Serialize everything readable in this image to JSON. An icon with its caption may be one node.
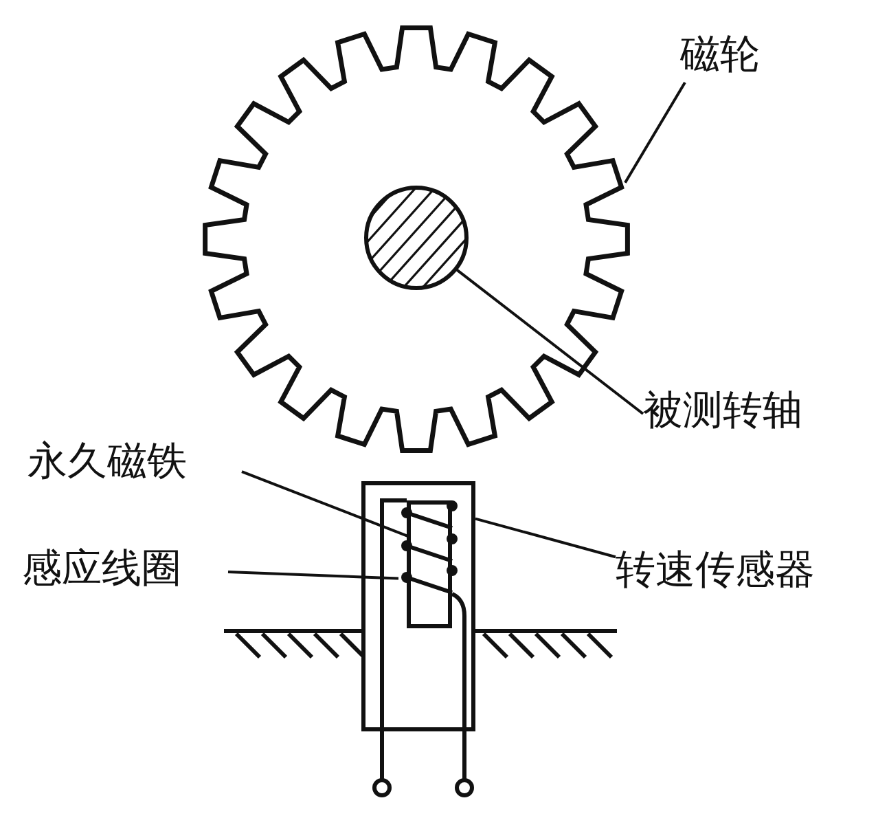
{
  "diagram": {
    "nodes": [
      {
        "text": [
          "磁轮"
        ]
      },
      {
        "text": [],
        "shape": "gear"
      },
      {
        "text": [
          "被测转轴"
        ]
      },
      {
        "text": [],
        "shape": "circle",
        "in": 1
      },
      {
        "text": [
          "永久磁铁"
        ]
      },
      {
        "text": [
          "感应线圈"
        ]
      },
      {
        "text": [
          "转速传感器"
        ]
      },
      {
        "text": [],
        "shape": "box"
      },
      {
        "text": [],
        "shape": "bar",
        "in": 7
      },
      {
        "text": [],
        "shape": "coil",
        "in": 7
      }
    ],
    "edges": [
      {
        "from": 0,
        "to": 1,
        "arrow": "none"
      },
      {
        "from": 2,
        "to": 3,
        "arrow": "none"
      },
      {
        "from": 4,
        "to": 8,
        "arrow": "none"
      },
      {
        "from": 5,
        "to": 9,
        "arrow": "none"
      },
      {
        "from": 6,
        "to": 7,
        "arrow": "none"
      }
    ]
  }
}
